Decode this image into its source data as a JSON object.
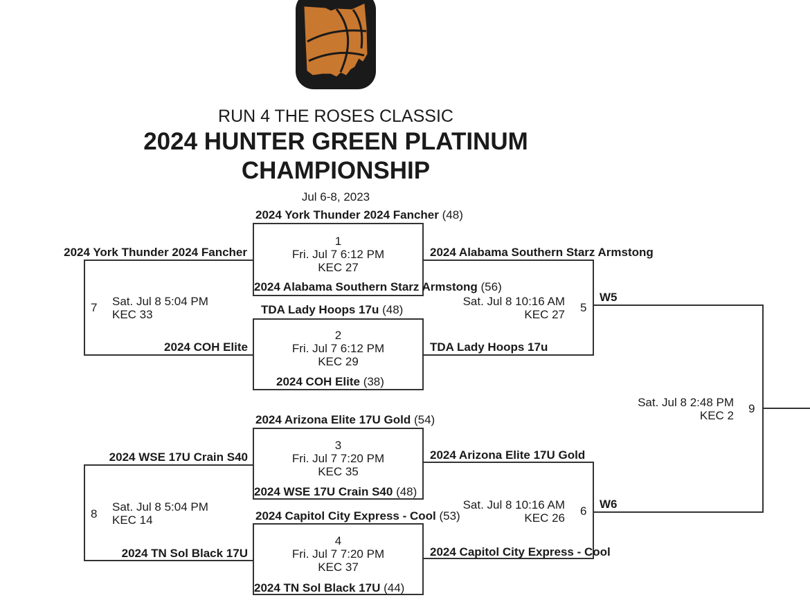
{
  "header": {
    "title_line1": "RUN 4 THE ROSES CLASSIC",
    "title_line2": "2024 HUNTER GREEN PLATINUM",
    "title_line3": "CHAMPIONSHIP",
    "dates": "Jul 6-8, 2023"
  },
  "colors": {
    "logo_fill": "#c9782f",
    "logo_frame": "#1a1a1a",
    "lines": "#333333"
  },
  "bracket": {
    "g1": {
      "number": "1",
      "time": "Fri. Jul 7 6:12 PM",
      "court": "KEC 27",
      "top_team": "2024 York Thunder 2024 Fancher",
      "top_score": "(48)",
      "bottom_team": "2024 Alabama Southern Starz Armstong",
      "bottom_score": "(56)"
    },
    "g2": {
      "number": "2",
      "time": "Fri. Jul 7 6:12 PM",
      "court": "KEC 29",
      "top_team": "TDA Lady Hoops 17u",
      "top_score": "(48)",
      "bottom_team": "2024 COH Elite",
      "bottom_score": "(38)"
    },
    "g3": {
      "number": "3",
      "time": "Fri. Jul 7 7:20 PM",
      "court": "KEC 35",
      "top_team": "2024 Arizona Elite 17U Gold",
      "top_score": "(54)",
      "bottom_team": "2024 WSE 17U Crain S40",
      "bottom_score": "(48)"
    },
    "g4": {
      "number": "4",
      "time": "Fri. Jul 7 7:20 PM",
      "court": "KEC 37",
      "top_team": "2024 Capitol City Express - Cool",
      "top_score": "(53)",
      "bottom_team": "2024 TN Sol Black 17U",
      "bottom_score": "(44)"
    },
    "g5": {
      "number": "5",
      "time": "Sat. Jul 8 10:16 AM",
      "court": "KEC 27",
      "top_team": "2024 Alabama Southern Starz Armstong",
      "bottom_team": "TDA Lady Hoops 17u",
      "winner": "W5"
    },
    "g6": {
      "number": "6",
      "time": "Sat. Jul 8 10:16 AM",
      "court": "KEC 26",
      "top_team": "2024 Arizona Elite 17U Gold",
      "bottom_team": "2024 Capitol City Express - Cool",
      "winner": "W6"
    },
    "g7": {
      "number": "7",
      "time": "Sat. Jul 8 5:04 PM",
      "court": "KEC 33",
      "top_team": "2024 York Thunder 2024 Fancher",
      "bottom_team": "2024 COH Elite"
    },
    "g8": {
      "number": "8",
      "time": "Sat. Jul 8 5:04 PM",
      "court": "KEC 14",
      "top_team": "2024 WSE 17U Crain S40",
      "bottom_team": "2024 TN Sol Black 17U"
    },
    "g9": {
      "number": "9",
      "time": "Sat. Jul 8 2:48 PM",
      "court": "KEC 2"
    }
  }
}
